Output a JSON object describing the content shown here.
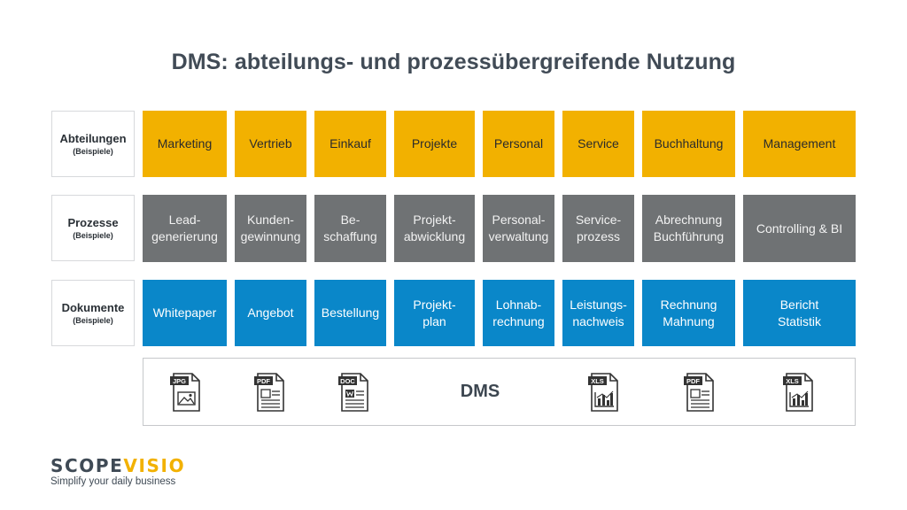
{
  "title": "DMS: abteilungs- und prozessübergreifende Nutzung",
  "rows": [
    {
      "label": "Abteilungen",
      "sublabel": "(Beispiele)"
    },
    {
      "label": "Prozesse",
      "sublabel": "(Beispiele)"
    },
    {
      "label": "Dokumente",
      "sublabel": "(Beispiele)"
    }
  ],
  "abteilungen": [
    "Marketing",
    "Vertrieb",
    "Einkauf",
    "Projekte",
    "Personal",
    "Service",
    "Buchhaltung",
    "Management"
  ],
  "prozesse": [
    "Lead-\ngenerierung",
    "Kunden-\ngewinnung",
    "Be-\nschaffung",
    "Projekt-\nabwicklung",
    "Personal-\nverwaltung",
    "Service-\nprozess",
    "Abrechnung\nBuchführung",
    "Controlling & BI"
  ],
  "dokumente": [
    "Whitepaper",
    "Angebot",
    "Bestellung",
    "Projekt-\nplan",
    "Lohnab-\nrechnung",
    "Leistungs-\nnachweis",
    "Rechnung\nMahnung",
    "Bericht\nStatistik"
  ],
  "dms": {
    "label": "DMS",
    "files": [
      {
        "tag": "JPG",
        "icon": "image-file-icon"
      },
      {
        "tag": "PDF",
        "icon": "pdf-file-icon"
      },
      {
        "tag": "DOC",
        "icon": "doc-file-icon"
      },
      {
        "tag": "XLS",
        "icon": "xls-file-icon"
      },
      {
        "tag": "PDF",
        "icon": "pdf-file-icon"
      },
      {
        "tag": "XLS",
        "icon": "xls-file-icon"
      }
    ]
  },
  "logo": {
    "part1": "SCOPE",
    "part2": "VISIO",
    "tagline": "Simplify your daily business"
  },
  "colors": {
    "abteilungen": "#f2b100",
    "prozesse": "#6f7274",
    "dokumente": "#0a87c9",
    "accent": "#f2b100"
  }
}
